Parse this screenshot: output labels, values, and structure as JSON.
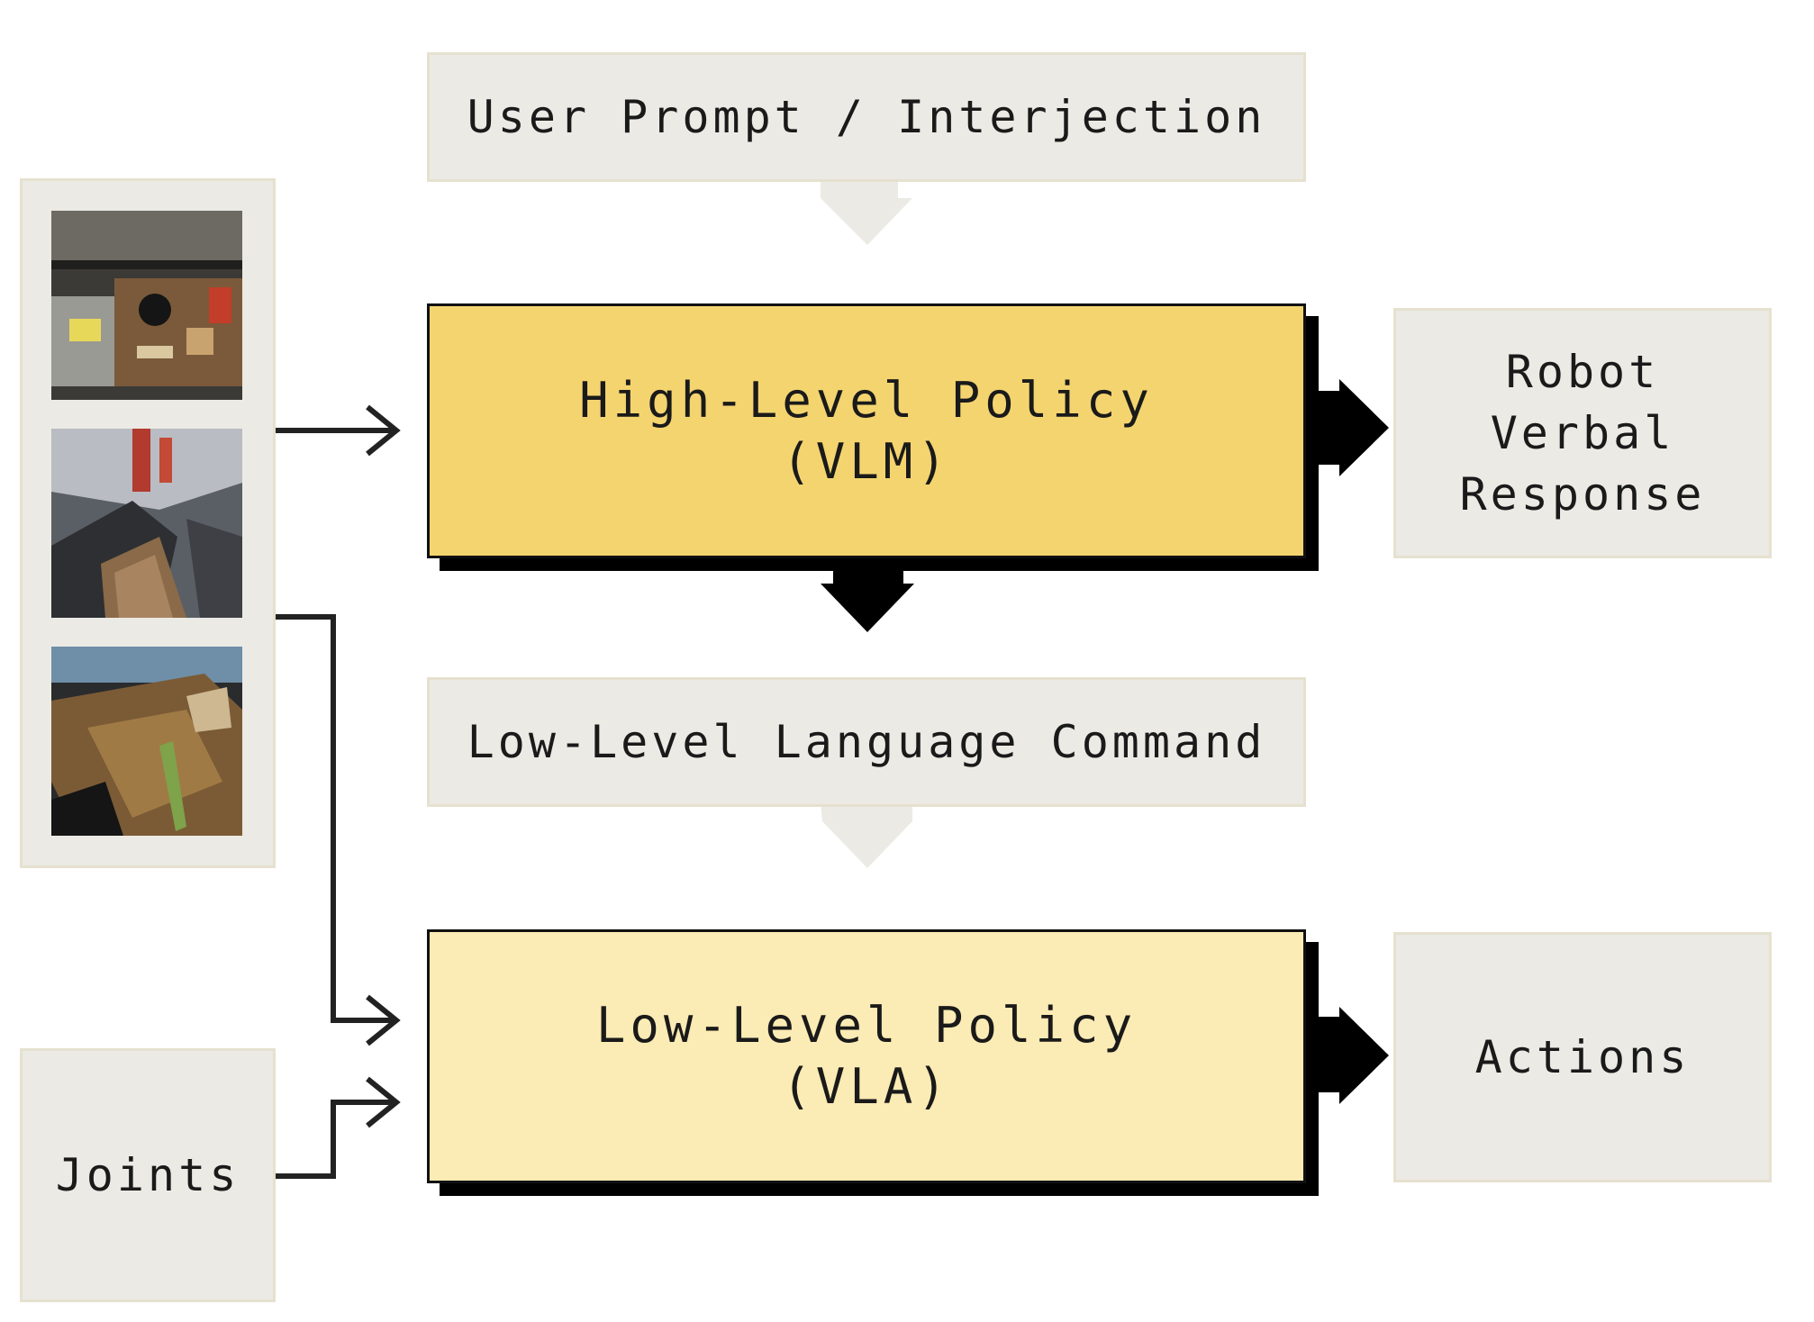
{
  "diagram": {
    "user_prompt": "User Prompt / Interjection",
    "high_level_policy": {
      "line1": "High-Level Policy",
      "line2": "(VLM)"
    },
    "robot_response": {
      "line1": "Robot",
      "line2": "Verbal",
      "line3": "Response"
    },
    "low_level_command": "Low-Level Language Command",
    "low_level_policy": {
      "line1": "Low-Level Policy",
      "line2": "(VLA)"
    },
    "actions": "Actions",
    "joints": "Joints",
    "camera_images": [
      "camera-view-1",
      "camera-view-2",
      "camera-view-3"
    ],
    "colors": {
      "high_level_fill": "#f4d46f",
      "low_level_fill": "#fbebb4",
      "gray_fill": "#ebeae4",
      "arrow_black": "#000000"
    }
  }
}
